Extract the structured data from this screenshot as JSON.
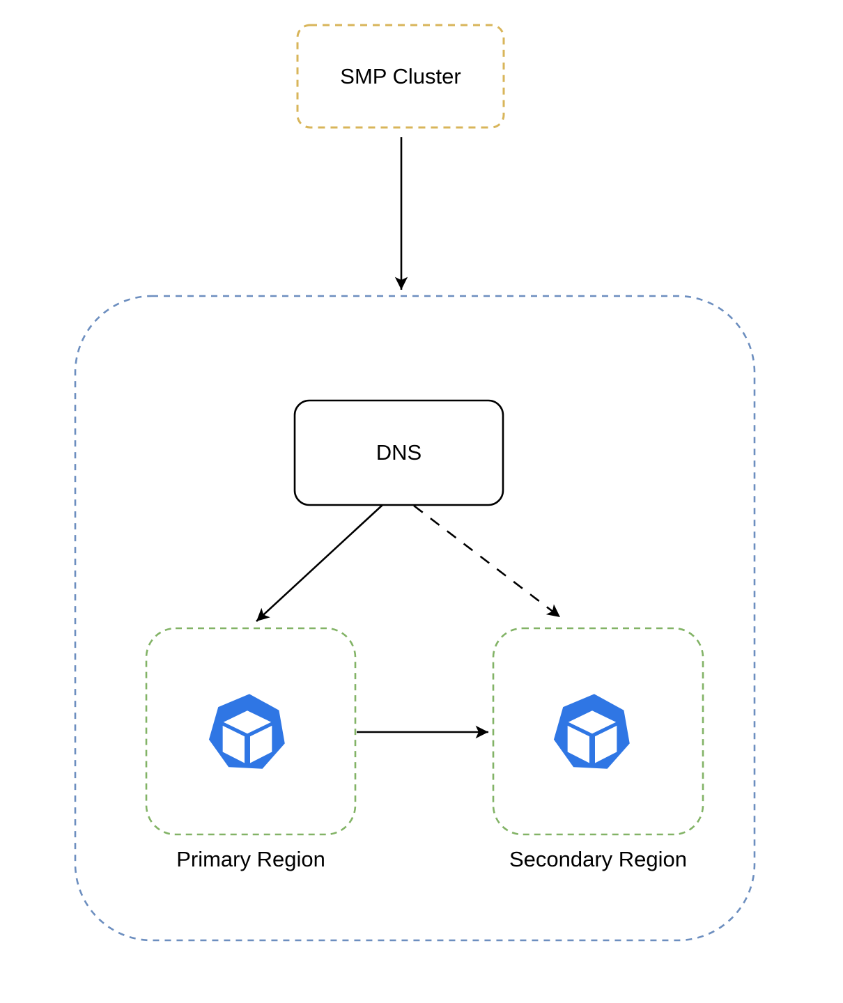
{
  "diagram": {
    "nodes": {
      "smp_cluster": {
        "label": "SMP Cluster",
        "border_style": "dashed",
        "border_color": "#d8b55a"
      },
      "dns": {
        "label": "DNS",
        "border_style": "solid",
        "border_color": "#000000"
      },
      "primary_region": {
        "label": "Primary Region",
        "border_style": "dashed",
        "border_color": "#82b366",
        "icon": "kubernetes-workload-cube-icon"
      },
      "secondary_region": {
        "label": "Secondary Region",
        "border_style": "dashed",
        "border_color": "#82b366",
        "icon": "kubernetes-workload-cube-icon"
      },
      "outer_group": {
        "label": "",
        "border_style": "dashed",
        "border_color": "#6c8ebf"
      }
    },
    "edges": [
      {
        "from": "smp_cluster",
        "to": "outer_group",
        "style": "solid",
        "arrow": "filled"
      },
      {
        "from": "dns",
        "to": "primary_region",
        "style": "solid",
        "arrow": "filled"
      },
      {
        "from": "dns",
        "to": "secondary_region",
        "style": "dashed",
        "arrow": "filled"
      },
      {
        "from": "primary_region",
        "to": "secondary_region",
        "style": "solid",
        "arrow": "filled"
      }
    ],
    "colors": {
      "yellow_border": "#d8b55a",
      "blue_border": "#6c8ebf",
      "green_border": "#82b366",
      "edge_black": "#000000",
      "icon_blue": "#2f76e4",
      "icon_cube_white": "#ffffff"
    }
  }
}
